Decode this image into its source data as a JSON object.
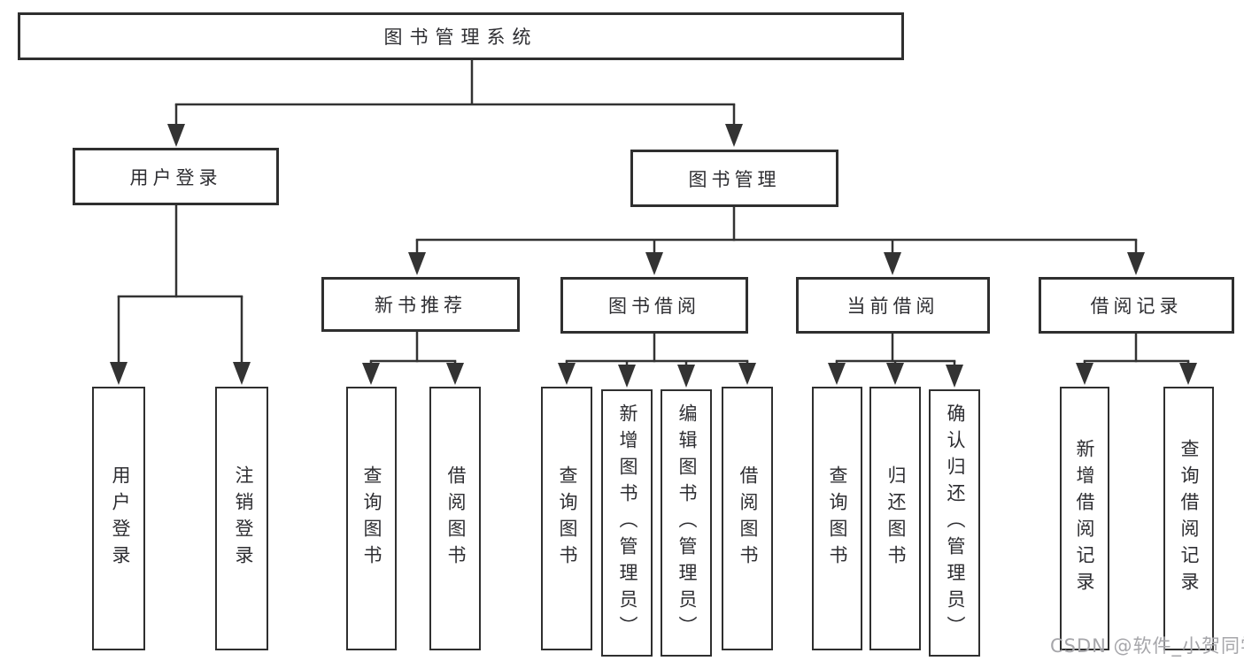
{
  "tree": {
    "root": {
      "label": "图书管理系统"
    },
    "branches": [
      {
        "label": "用户登录",
        "children": [
          {
            "label": "用户登录"
          },
          {
            "label": "注销登录"
          }
        ]
      },
      {
        "label": "图书管理",
        "children": [
          {
            "label": "新书推荐",
            "children": [
              {
                "label": "查询图书"
              },
              {
                "label": "借阅图书"
              }
            ]
          },
          {
            "label": "图书借阅",
            "children": [
              {
                "label": "查询图书"
              },
              {
                "label": "新增图书（管理员）"
              },
              {
                "label": "编辑图书（管理员）"
              },
              {
                "label": "借阅图书"
              }
            ]
          },
          {
            "label": "当前借阅",
            "children": [
              {
                "label": "查询图书"
              },
              {
                "label": "归还图书"
              },
              {
                "label": "确认归还（管理员）"
              }
            ]
          },
          {
            "label": "借阅记录",
            "children": [
              {
                "label": "新增借阅记录"
              },
              {
                "label": "查询借阅记录"
              }
            ]
          }
        ]
      }
    ]
  },
  "watermark": {
    "text": "CSDN @软件_小贺同学",
    "color": "#a6a6aa"
  },
  "colors": {
    "line": "#333333",
    "box_border": "#2f2f2f",
    "text": "#2e2e32",
    "background": "#ffffff"
  }
}
